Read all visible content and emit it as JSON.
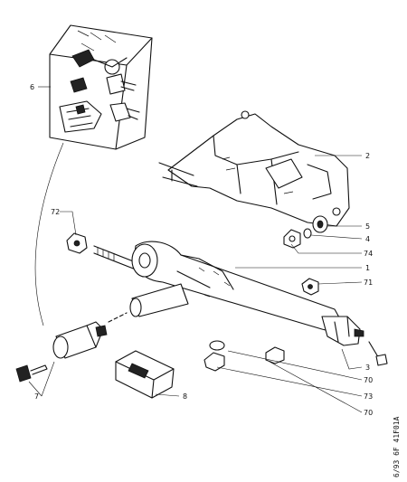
{
  "callouts": {
    "c6_inset": "6",
    "c2": "2",
    "c5": "5",
    "c4": "4",
    "c74": "74",
    "c72": "72",
    "c1": "1",
    "c71": "71",
    "c3": "3",
    "c70_a": "70",
    "c73": "73",
    "c70_b": "70",
    "c7": "7",
    "c8": "8"
  },
  "reference_code": "6/93 6F 41F01A"
}
